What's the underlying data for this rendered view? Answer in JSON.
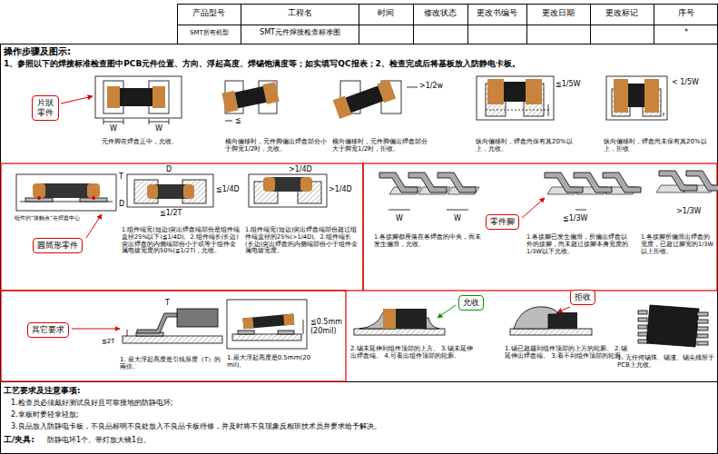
{
  "diagram": {
    "nodes": [
      {
        "text": [
          "片狀零件"
        ]
      },
      {
        "text": [
          "圓筒形零件"
        ]
      },
      {
        "text": [
          "零件腳"
        ]
      },
      {
        "text": [
          "其它要求"
        ]
      },
      {
        "text": [
          "允收"
        ]
      },
      {
        "text": [
          "拒收"
        ]
      }
    ],
    "labels": [
      "产品型号",
      "工程名",
      "时间",
      "修改状态",
      "更改书编号",
      "更改日期",
      "更改标记",
      "序号",
      "SMT所有机型",
      "SMT元件焊接检查标准图",
      "*",
      "操作步骤及图示:",
      "1、参照以下的焊接标准检查图中PCB元件位置、方向、浮起高度、焊锡饱满度等；如实填写QC报表；2、检查完成后将基板放入防静电卡板。",
      "W",
      "W",
      "元件脚在焊盘正中，允收。",
      "≦",
      "横向偏移时，元件脚偏出焊盘部分小于脚宽1/2时，允收。",
      ">1/2w",
      "横向偏移时，元件脚偏出焊盘部分大于脚宽1/2时，拒收。",
      "≦1/5W",
      "纵向偏移时，焊盘尚保有其20%以上，允收。",
      "< 1/5W",
      "纵向偏移时，焊盘尚未保有其20%以上，拒收",
      "T",
      "D",
      "组件的“接触点”在焊盘中心",
      "D",
      "≦1/4D",
      "≦1/2T",
      "1.组件端宽(短边)突出焊盘端部份是组件端直径25%以下(≦1/4D)。2.组件端长(长边)突出焊盘的内侧端部份小于或等于组件金属电镀宽度的50%(≦1/2T)，允收。",
      ">1/4D",
      ">1/4D",
      "1.组件端宽(短边)突出焊盘端部份超过组件端直径的25%(>1/4D)。2.组件端长(长边)突出焊盘的内侧端部份小于组件金属电镀宽度。",
      "W",
      "W",
      "1.各接腳都座落在各焊盘的中央，而未发生偏滑，允收。",
      "≦1/3W",
      "1.各接腳已发生偏滑，所偏出焊盘以外的接腳，尚未超过接腳本身宽度的1/3W以下允收。",
      ">1/3W",
      "1.各接腳所偏滑出焊盘的宽度，已超过腳宽的1/3W以上拒收。",
      "T",
      "≦2T",
      "1. 最大浮起高度是引线厚度（T）的兩倍。",
      "≦0.5mm (20mil)",
      "1.最大浮起高度是0.5mm(20mil)。",
      "2.锡未延伸到组件顶部的上方。 3.锡未延伸出焊盘端。 4.可看出组件顶部的轮廓。",
      "1.锡已超越到组件顶部的上方的轮廓。 2.锡延伸出焊盘端。 3.看不到组件顶部的轮廓。",
      "1. 无任何锡珠、锡渣、锡尖残留于PCB上允收。",
      "工艺要求及注意事项:",
      "1.检查员必须戴好测试良好且可靠接地的防静电环;",
      "2.拿板时要轻拿轻放;",
      "3.良品放入防静电卡板，不良品标明不良处放入不良品卡板待修，并及时将不良现象反相班技术员并要求给予解决。",
      "工/夹具:",
      "防静电环1个、带灯放大镜1台。"
    ]
  }
}
